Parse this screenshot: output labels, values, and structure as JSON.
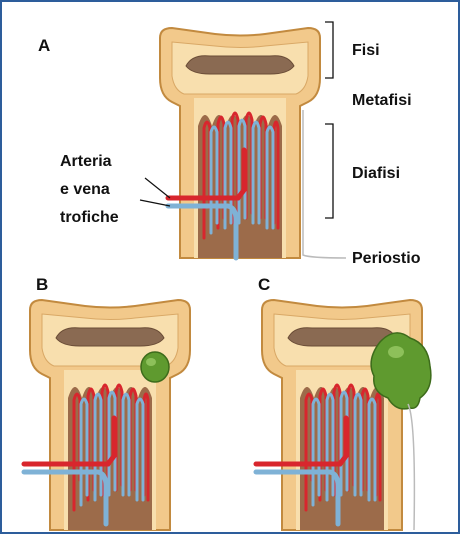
{
  "panels": [
    "A",
    "B",
    "C"
  ],
  "labels": {
    "fisi": "Fisi",
    "metafisi": "Metafisi",
    "diafisi": "Diafisi",
    "periostio": "Periostio",
    "vessels": [
      "Arteria",
      "e vena",
      "trofiche"
    ]
  },
  "colors": {
    "frame": "#2d5d9b",
    "bone_outer": "#f2c98b",
    "bone_inner": "#f8dfae",
    "growth_plate": "#8a6a52",
    "marrow": "#9c6b4a",
    "artery": "#d8262d",
    "vein": "#7fb2d6",
    "tumor": "#5f9a2f"
  },
  "icons": [
    "bone-illustration",
    "blood-vessel",
    "tumor-growth"
  ]
}
